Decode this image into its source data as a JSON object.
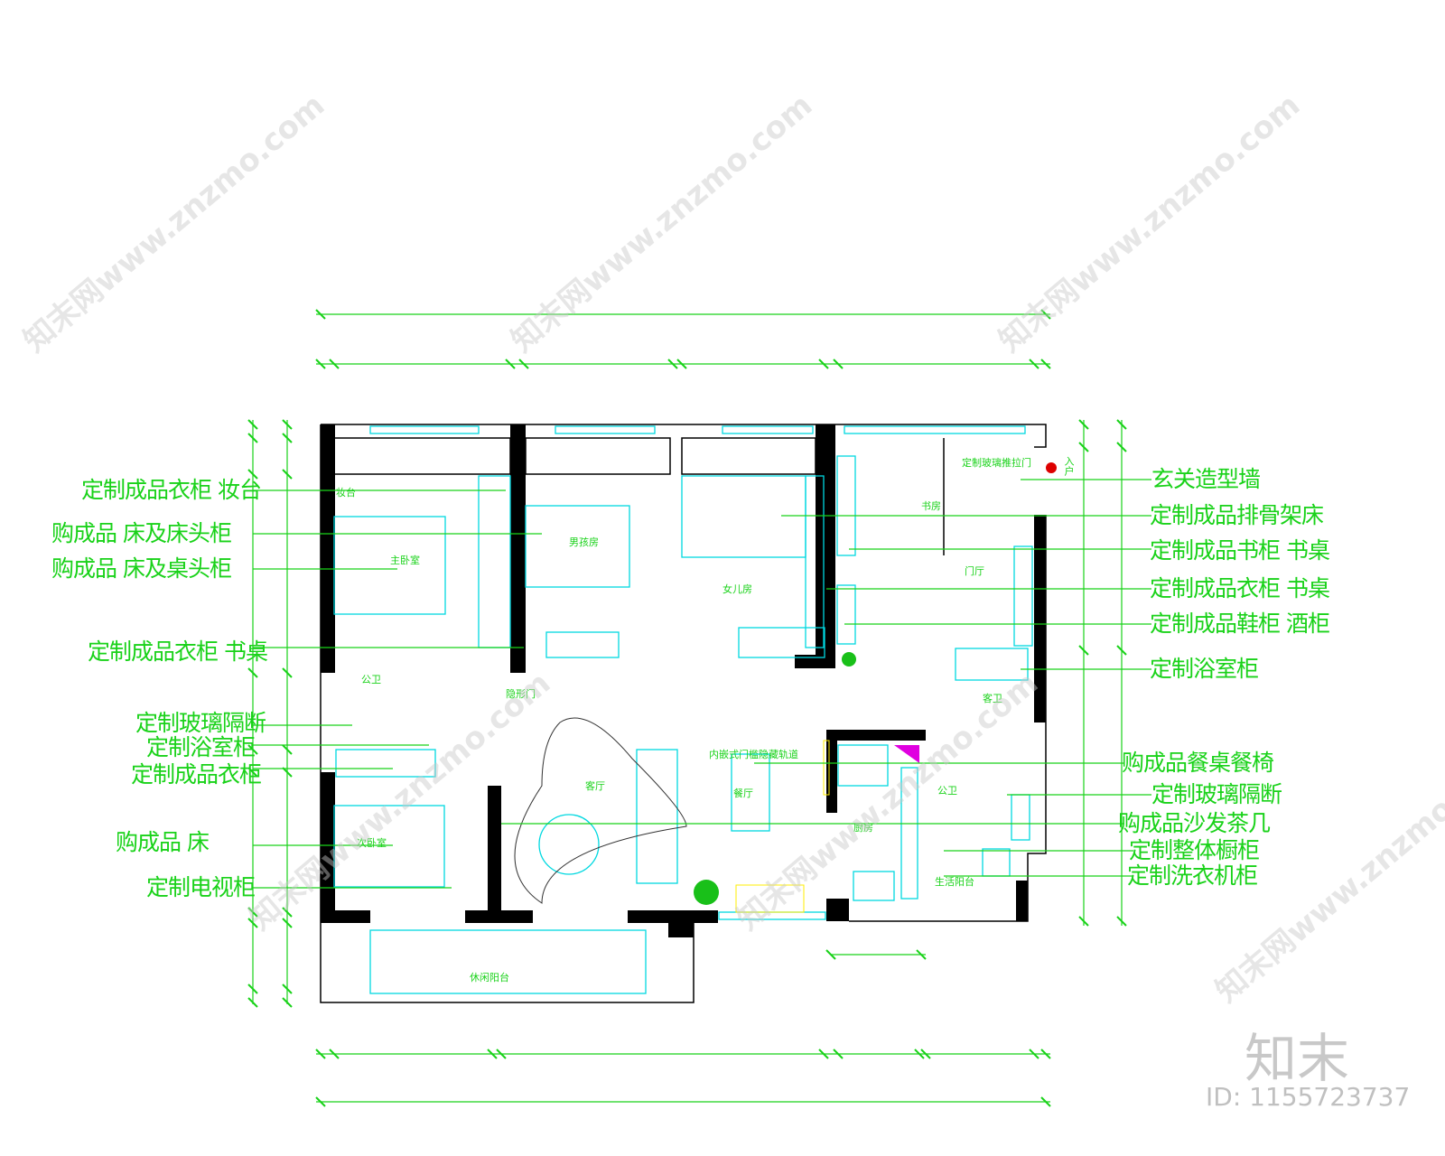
{
  "colors": {
    "wall": "#000000",
    "furniture": "#00d8e0",
    "annotation": "#19d219",
    "highlight": "#ffff00",
    "accent": "#e000e0"
  },
  "left_labels": [
    "定制成品衣柜  妆台",
    "购成品      床及床头柜",
    "购成品      床及桌头柜",
    "定制成品衣柜  书桌",
    "定制玻璃隔断",
    "定制浴室柜",
    "定制成品衣柜",
    "购成品      床",
    "定制电视柜"
  ],
  "right_labels": [
    "玄关造型墙",
    "定制成品排骨架床",
    "定制成品书柜  书桌",
    "定制成品衣柜  书桌",
    "定制成品鞋柜  酒柜",
    "定制浴室柜",
    "购成品餐桌餐椅",
    "定制玻璃隔断",
    "购成品沙发茶几",
    "定制整体橱柜",
    "定制洗衣机柜"
  ],
  "rooms": {
    "master": "主卧室",
    "boy": "男孩房",
    "daughter": "女儿房",
    "study": "书房",
    "foyer": "门厅",
    "living": "客厅",
    "dining": "餐厅",
    "kitchen": "厨房",
    "second": "次卧室",
    "balcony": "休闲阳台",
    "public_bath": "公卫",
    "guest_bath": "客卫",
    "laundry": "生活阳台",
    "hidden_door": "隐形门",
    "track": "内嵌式门槛隐藏轨道",
    "entry": "入户",
    "dressing": "妆台",
    "glass": "定制玻璃推拉门"
  },
  "watermark": {
    "site": "知末网www.znzmo.com",
    "logo": "知末",
    "id": "ID: 1155723737"
  }
}
